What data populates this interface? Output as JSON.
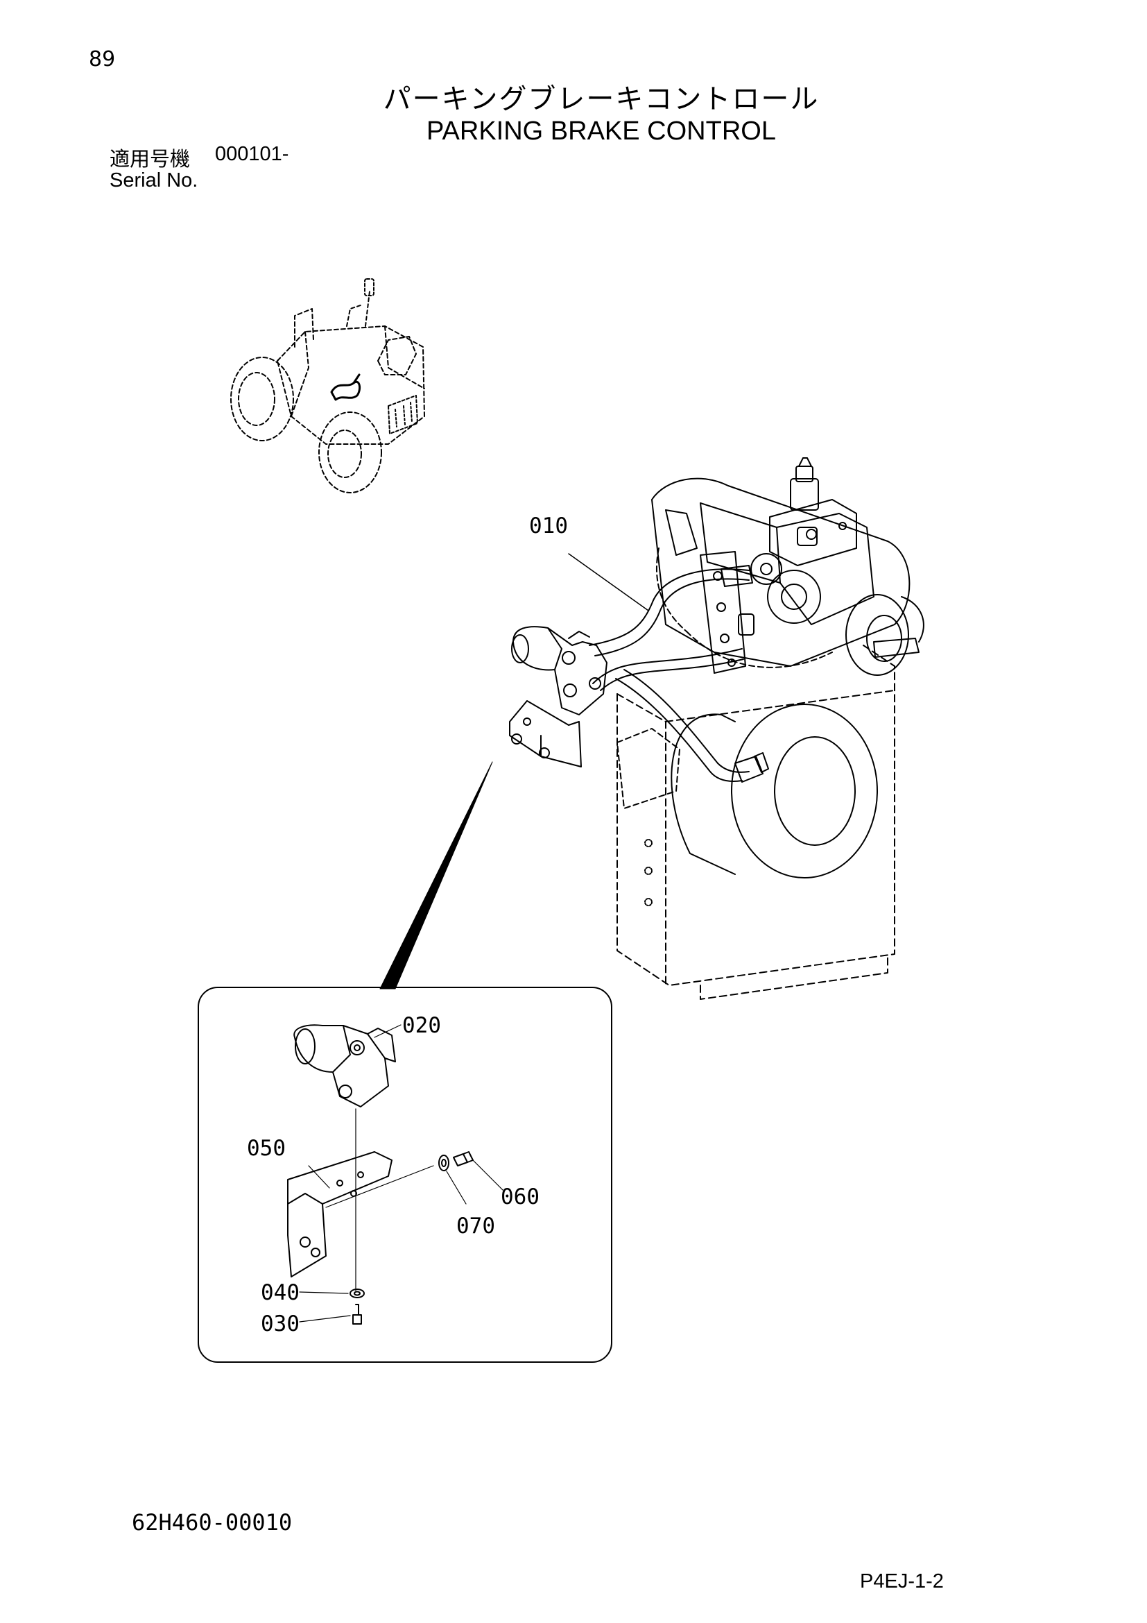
{
  "page_number": "89",
  "title_ja": "パーキングブレーキコントロール",
  "title_en": "PARKING BRAKE CONTROL",
  "serial": {
    "label_ja": "適用号機",
    "value": "000101-",
    "label_en": "Serial No."
  },
  "callouts": {
    "p010": "010",
    "p020": "020",
    "p030": "030",
    "p040": "040",
    "p050": "050",
    "p060": "060",
    "p070": "070"
  },
  "drawing_code": "62H460-00010",
  "page_code": "P4EJ-1-2"
}
